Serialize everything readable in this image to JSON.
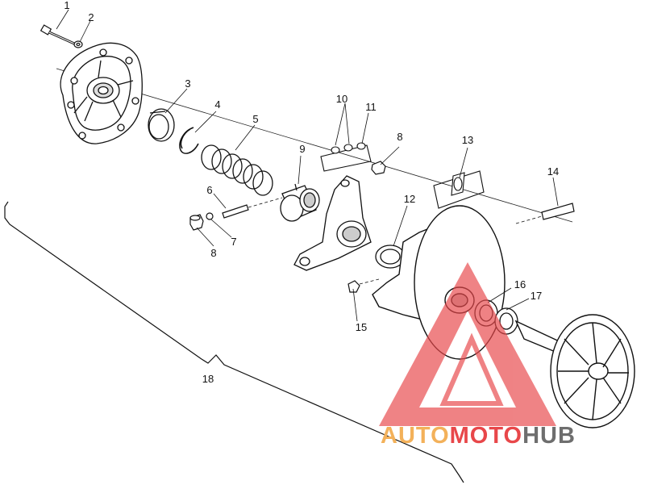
{
  "diagram": {
    "callouts": [
      {
        "id": "c1",
        "text": "1"
      },
      {
        "id": "c2",
        "text": "2"
      },
      {
        "id": "c3",
        "text": "3"
      },
      {
        "id": "c4",
        "text": "4"
      },
      {
        "id": "c5",
        "text": "5"
      },
      {
        "id": "c6",
        "text": "6"
      },
      {
        "id": "c7",
        "text": "7"
      },
      {
        "id": "c8a",
        "text": "8"
      },
      {
        "id": "c8b",
        "text": "8"
      },
      {
        "id": "c9",
        "text": "9"
      },
      {
        "id": "c10",
        "text": "10"
      },
      {
        "id": "c11",
        "text": "11"
      },
      {
        "id": "c12",
        "text": "12"
      },
      {
        "id": "c13",
        "text": "13"
      },
      {
        "id": "c14",
        "text": "14"
      },
      {
        "id": "c15",
        "text": "15"
      },
      {
        "id": "c16",
        "text": "16"
      },
      {
        "id": "c17",
        "text": "17"
      },
      {
        "id": "c18",
        "text": "18"
      }
    ]
  },
  "watermark": {
    "part1": "AUTO",
    "part2": "MOTO",
    "part3": "HUB",
    "colors": {
      "orange": "#f3b15a",
      "red": "#e8474a",
      "dark": "#6e6e6e"
    }
  }
}
